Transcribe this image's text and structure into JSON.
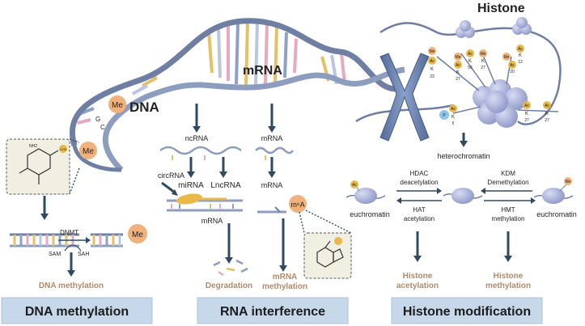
{
  "labels": {
    "dna": "DNA",
    "mrna_big": "mRNA",
    "histone": "Histone",
    "me": "Me",
    "ac": "Ac",
    "k": "K",
    "p": "P",
    "ncrna": "ncRNA",
    "mrna_col": "mRNA",
    "mrna_col2": "mRNA",
    "circrna": "circRNA",
    "mirna": "miRNA",
    "lncrna": "LncRNA",
    "mrna_mid": "mRNA",
    "m6a": "m⁶A",
    "dnmt": "DNMT",
    "sam": "SAM",
    "sah": "SAH",
    "heterochromatin": "heterochromatin",
    "euchromatin_left": "euchromatin",
    "euchromatin_right": "euchromatin",
    "hdac": "HDAC",
    "deacetylation": "deacetylation",
    "hat": "HAT",
    "acetylation": "acetylation",
    "kdm": "KDM",
    "demethylation": "Demethylation",
    "hmt": "HMT",
    "methylation": "methylation",
    "dna_methylation_result": "DNA methylation",
    "degradation": "Degradation",
    "mrna_methylation_1": "mRNA",
    "mrna_methylation_2": "methylation",
    "histone_acetylation_1": "Histone",
    "histone_acetylation_2": "acetylation",
    "histone_methylation_1": "Histone",
    "histone_methylation_2": "methylation",
    "g": "G",
    "c": "C",
    "ch3": "CH3",
    "nh2": "NH2"
  },
  "histone_marks": [
    "23",
    "27",
    "56",
    "27",
    "20",
    "12",
    "5",
    "27",
    "27"
  ],
  "panels": {
    "dna_methylation": "DNA methylation",
    "rna_interference": "RNA interference",
    "histone_modification": "Histone modification"
  },
  "colors": {
    "navy": "#2f4a63",
    "helix": "#6e7fa3",
    "me_orange": "#f0b17c",
    "ac_yellow": "#e8b84a",
    "tan_text": "#b08a6a",
    "panel_blue": "#c6d8ea",
    "nucleosome": "#9ea7d4"
  }
}
